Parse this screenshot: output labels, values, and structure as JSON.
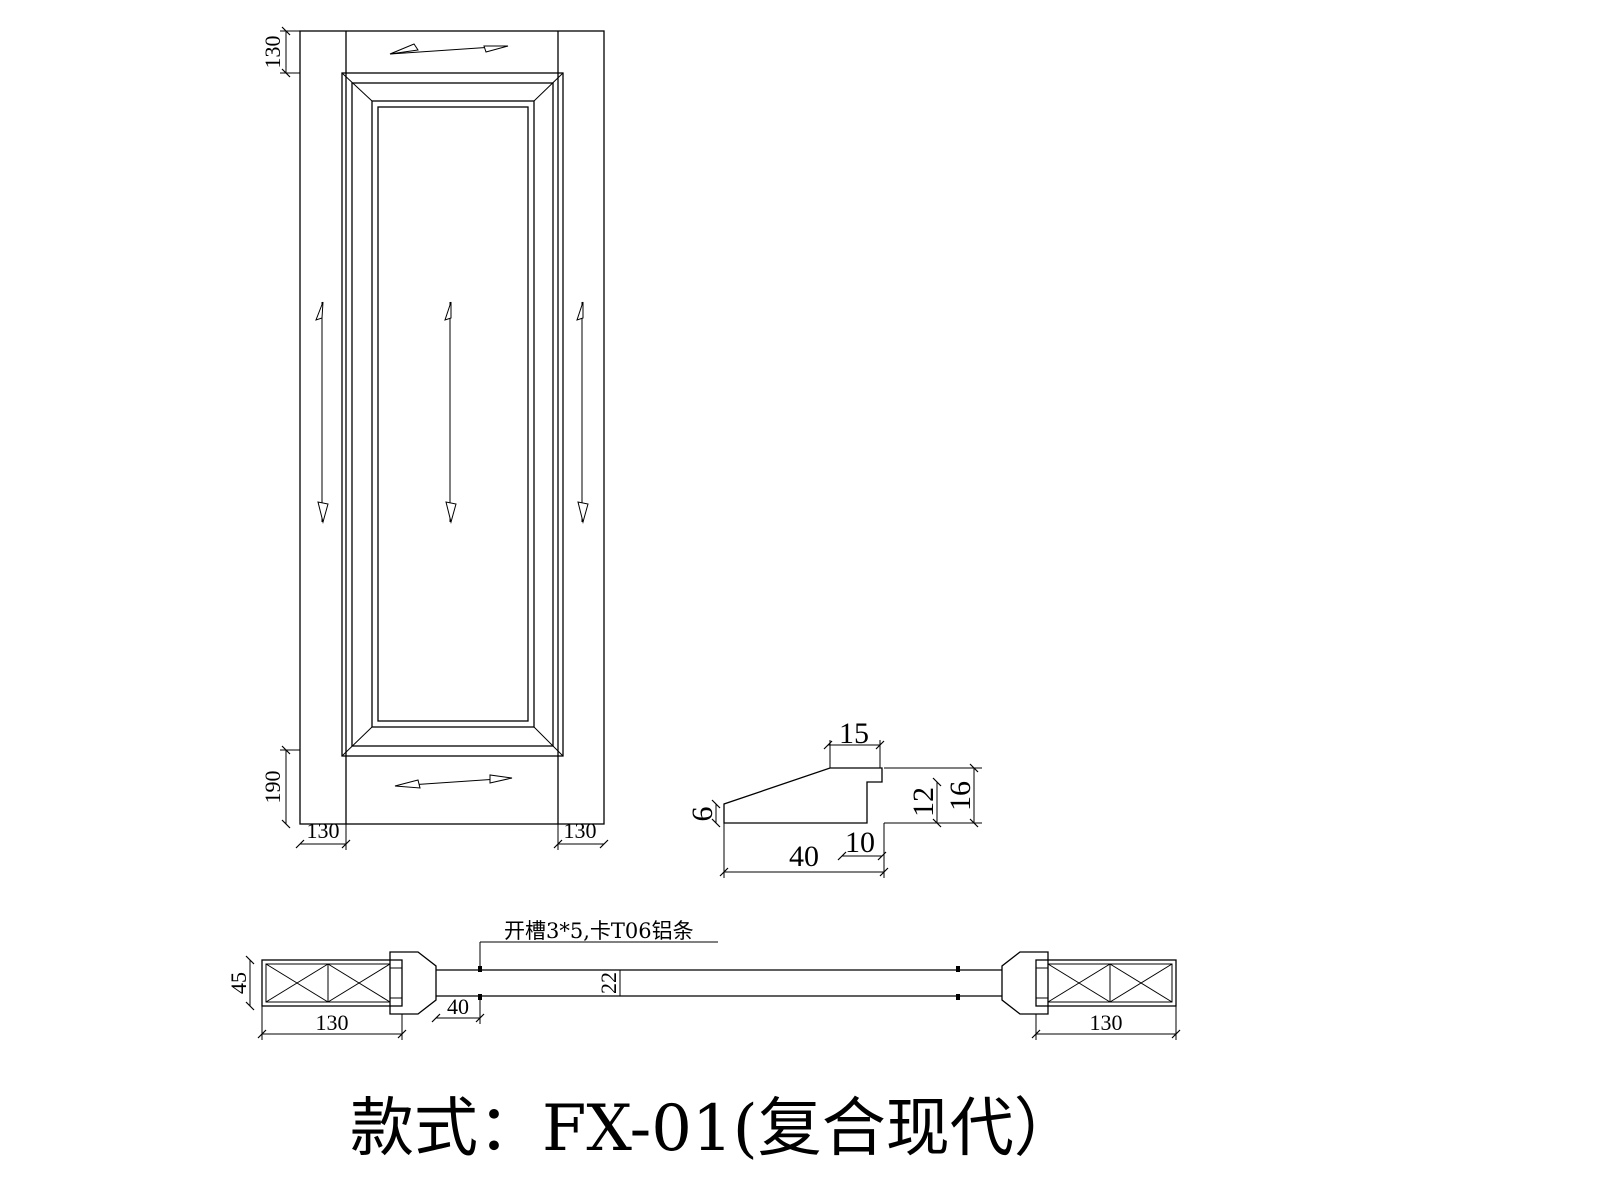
{
  "title": "款式：FX-01(复合现代）",
  "note": "开槽3*5,卡T06铝条",
  "elevation": {
    "top_rail": "130",
    "bottom_rail": "190",
    "left_stile": "130",
    "right_stile": "130"
  },
  "profile": {
    "top_width": "15",
    "bottom_width": "40",
    "step": "10",
    "edge": "6",
    "height_inner": "12",
    "height_outer": "16"
  },
  "section": {
    "thickness": "45",
    "left_width": "130",
    "right_width": "130",
    "panel_offset": "40",
    "panel_thickness": "22"
  }
}
